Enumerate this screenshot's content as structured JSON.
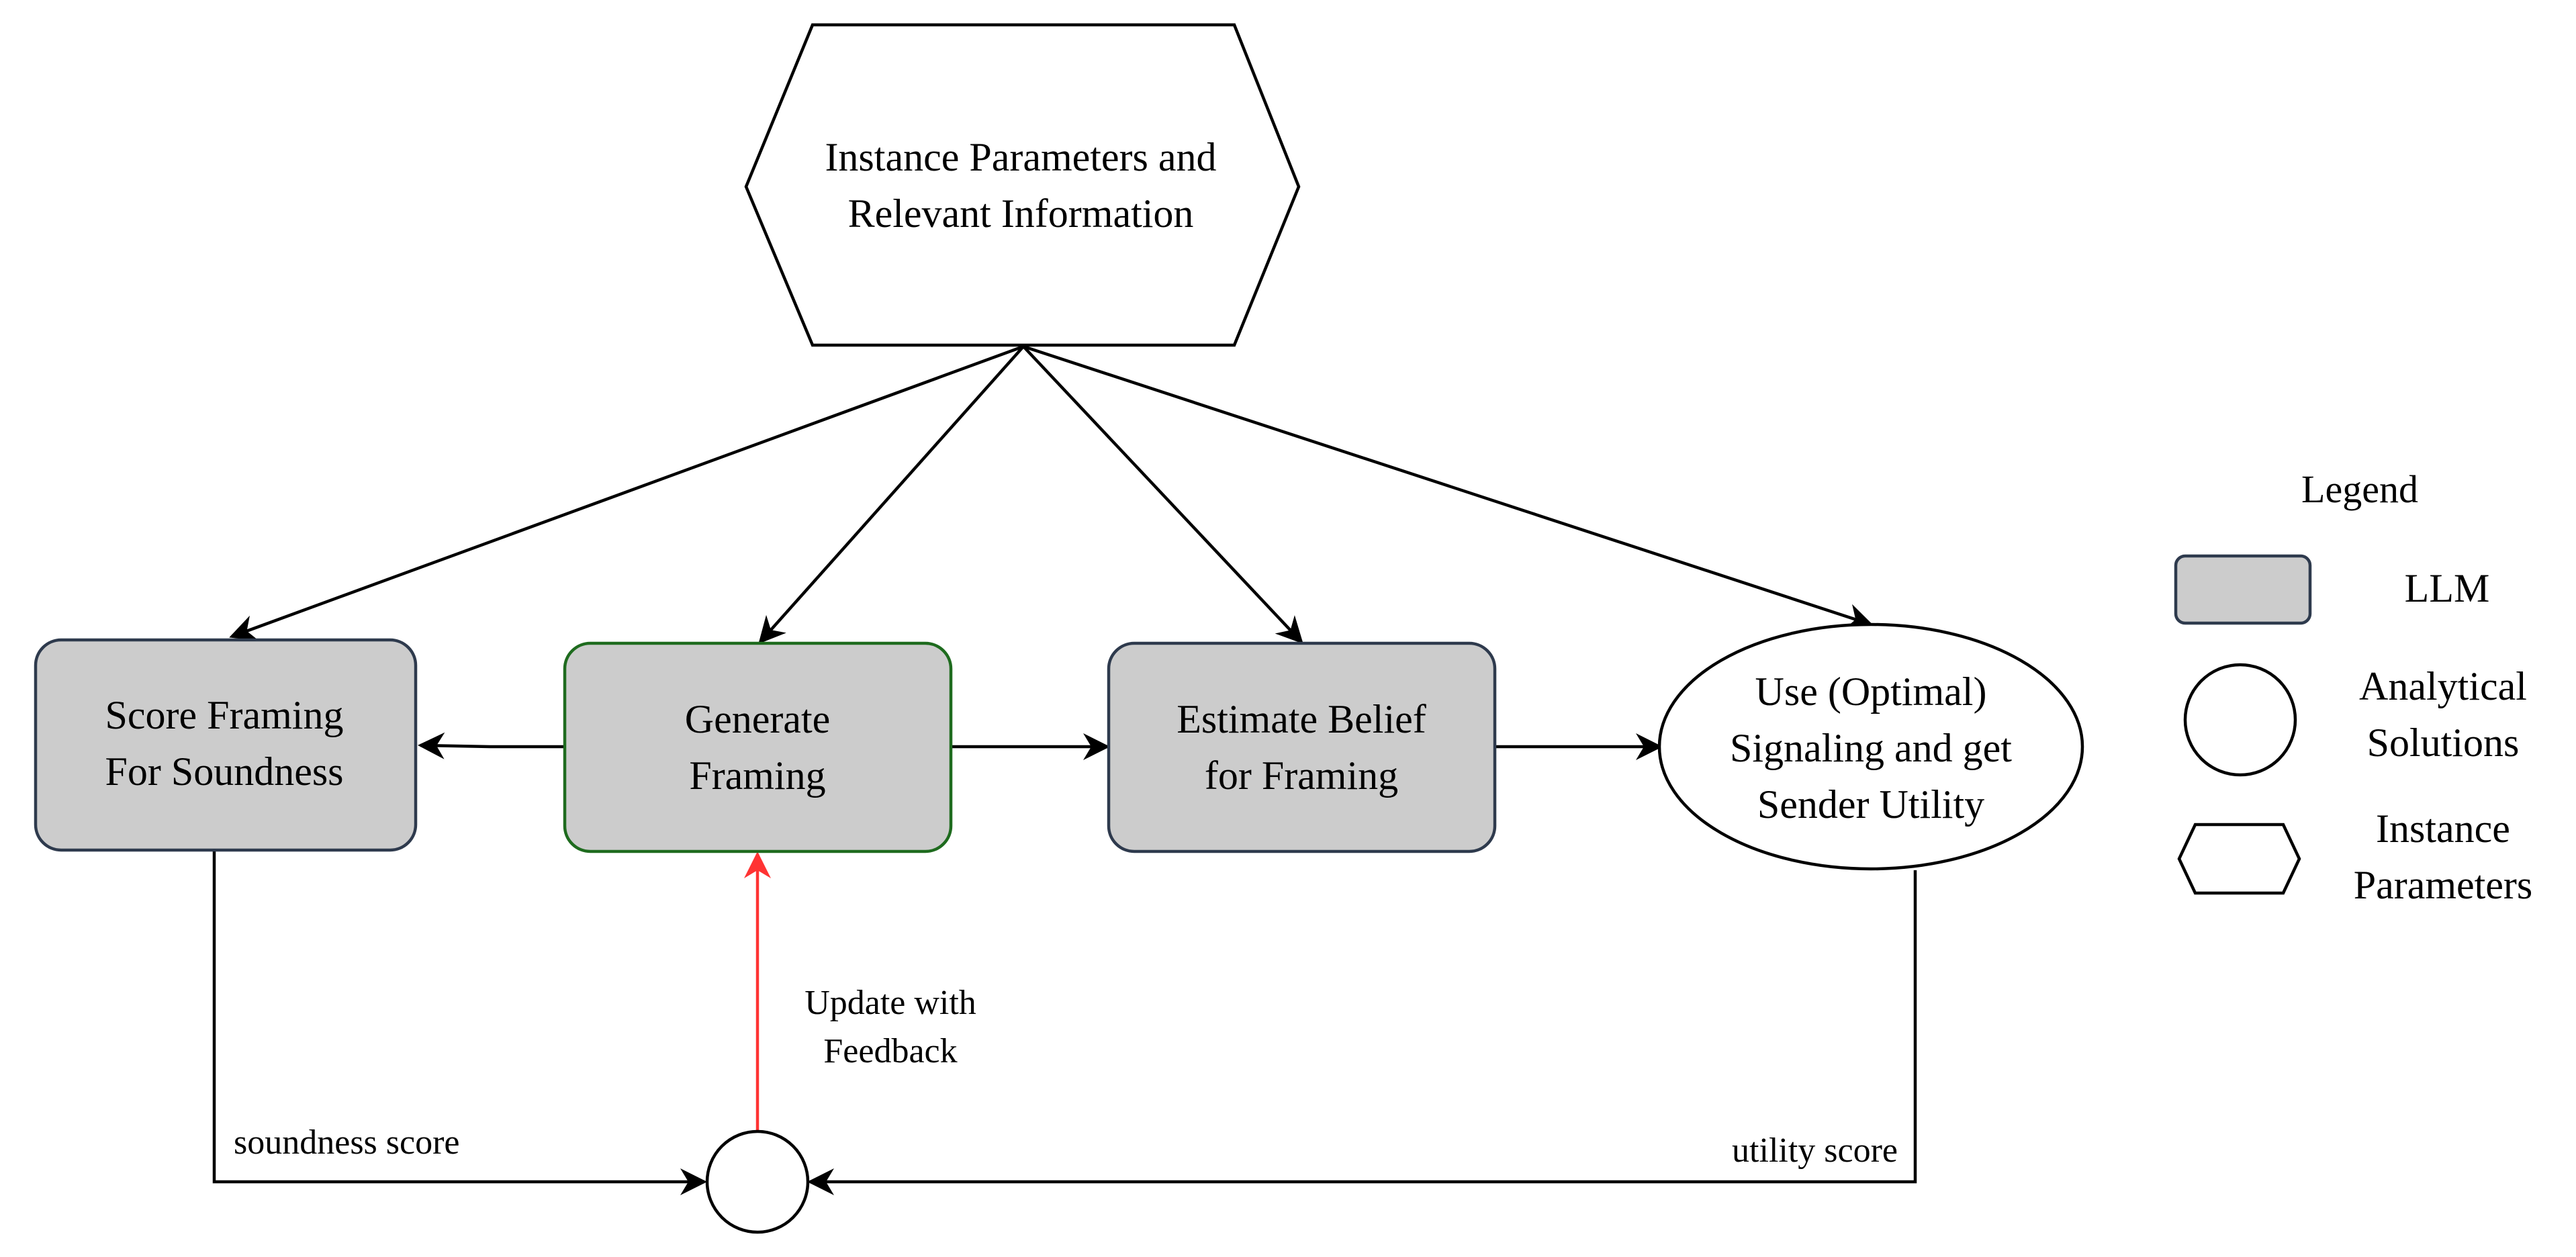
{
  "nodes": {
    "instance": {
      "line1": "Instance Parameters and",
      "line2": "Relevant Information"
    },
    "score_framing": {
      "line1": "Score Framing",
      "line2": "For Soundness"
    },
    "generate_framing": {
      "line1": "Generate",
      "line2": "Framing"
    },
    "estimate_belief": {
      "line1": "Estimate Belief",
      "line2": "for Framing"
    },
    "use_signaling": {
      "line1": "Use (Optimal)",
      "line2": "Signaling and get",
      "line3": "Sender Utility"
    }
  },
  "edges": {
    "feedback": {
      "line1": "Update with",
      "line2": "Feedback"
    },
    "soundness_score": "soundness score",
    "utility_score": "utility score"
  },
  "legend": {
    "title": "Legend",
    "llm": "LLM",
    "analytical": {
      "line1": "Analytical",
      "line2": "Solutions"
    },
    "instance": {
      "line1": "Instance",
      "line2": "Parameters"
    }
  },
  "colors": {
    "llm_fill": "#cccccc",
    "llm_stroke": "#2e3a4d",
    "generate_stroke": "#1e6b1e",
    "feedback_arrow": "#ff3333",
    "line": "#000000"
  }
}
